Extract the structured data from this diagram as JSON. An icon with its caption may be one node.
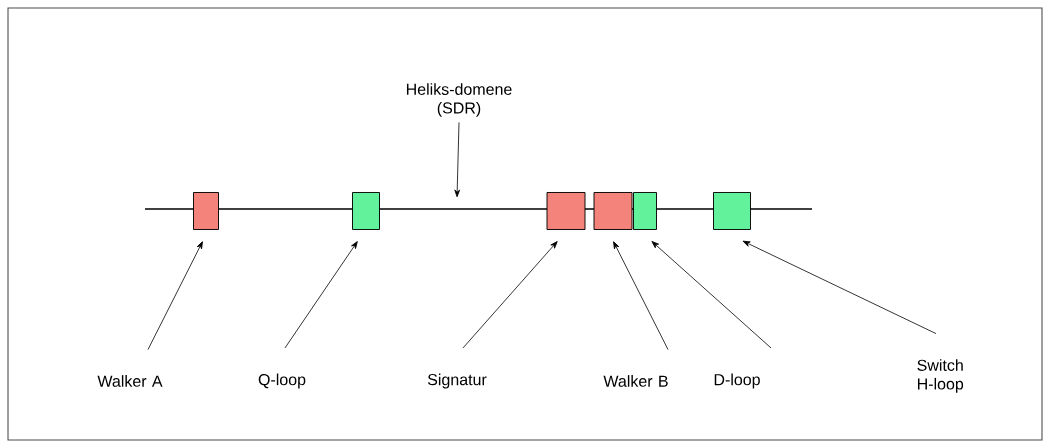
{
  "diagram": {
    "nodes": [
      {
        "text": [
          "Heliks-domene (SDR)"
        ]
      },
      {
        "text": [],
        "shape": "box"
      },
      {
        "text": [],
        "shape": "box"
      },
      {
        "text": [],
        "shape": "box"
      },
      {
        "text": [],
        "shape": "box"
      },
      {
        "text": [],
        "shape": "box"
      },
      {
        "text": [],
        "shape": "box"
      },
      {
        "text": [
          "Walker A"
        ]
      },
      {
        "text": [
          "Q-loop"
        ]
      },
      {
        "text": [
          "Signatur"
        ]
      },
      {
        "text": [
          "Walker B"
        ]
      },
      {
        "text": [
          "D-loop"
        ]
      },
      {
        "text": [
          "Switch H-loop"
        ]
      }
    ],
    "edges": [
      {
        "from": 0,
        "to": null,
        "arrow": "to"
      },
      {
        "from": 7,
        "to": 1,
        "arrow": "to"
      },
      {
        "from": 8,
        "to": 2,
        "arrow": "to"
      },
      {
        "from": 9,
        "to": 3,
        "arrow": "to"
      },
      {
        "from": 10,
        "to": 4,
        "arrow": "to"
      },
      {
        "from": 11,
        "to": 5,
        "arrow": "to"
      },
      {
        "from": 12,
        "to": 6,
        "arrow": "to"
      }
    ]
  }
}
